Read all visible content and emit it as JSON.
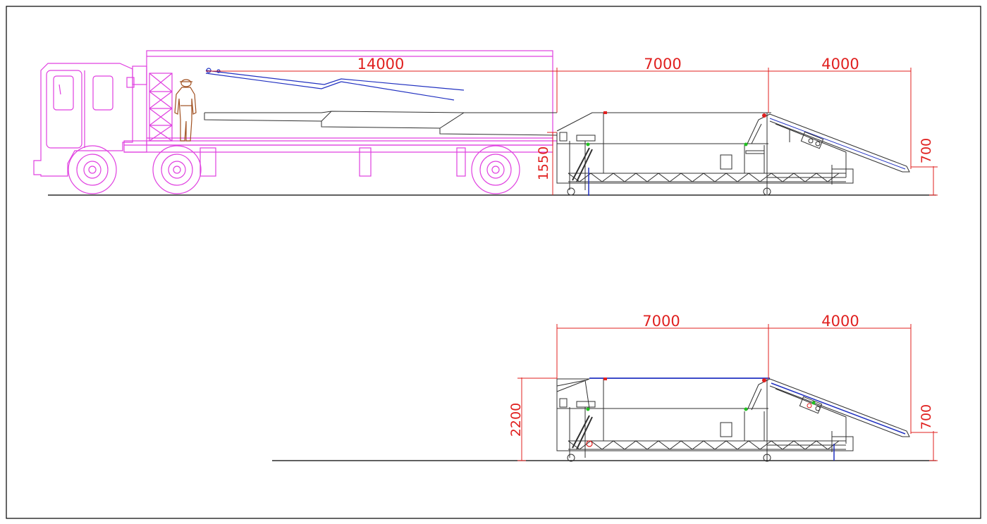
{
  "top_view": {
    "dimensions": {
      "truck_length": "14000",
      "loader_length": "7000",
      "boom_length": "4000",
      "loader_height": "1550",
      "boom_end_height": "700"
    }
  },
  "bottom_view": {
    "dimensions": {
      "loader_length": "7000",
      "boom_length": "4000",
      "loader_height": "2200",
      "boom_end_height": "700"
    }
  },
  "colors": {
    "truck": "#e040e0",
    "dimension": "#e0201f",
    "machine": "#303030",
    "belt": "#2030c0",
    "person": "#a05020",
    "accent_green": "#20c020",
    "frame": "#000000"
  }
}
